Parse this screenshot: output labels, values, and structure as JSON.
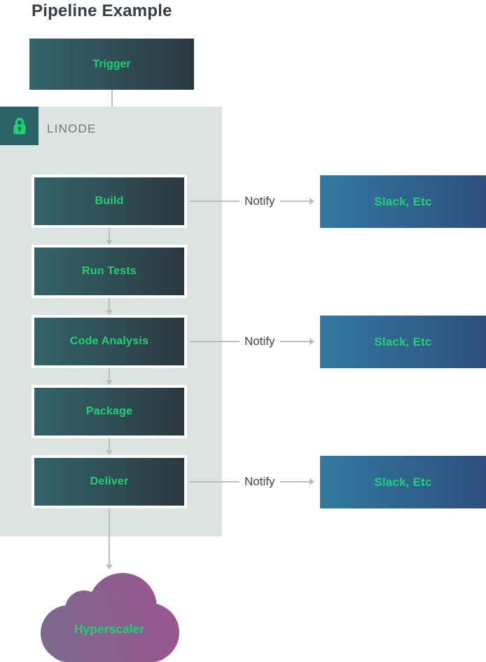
{
  "title": "Pipeline Example",
  "trigger": {
    "label": "Trigger"
  },
  "linode": {
    "label": "LINODE",
    "lock_icon": "lock-icon"
  },
  "steps": [
    {
      "label": "Build"
    },
    {
      "label": "Run Tests"
    },
    {
      "label": "Code Analysis"
    },
    {
      "label": "Package"
    },
    {
      "label": "Deliver"
    }
  ],
  "notify": {
    "label": "Notify"
  },
  "targets": [
    {
      "label": "Slack, Etc"
    },
    {
      "label": "Slack, Etc"
    },
    {
      "label": "Slack, Etc"
    }
  ],
  "cloud": {
    "label": "Hyperscaler"
  },
  "colors": {
    "accent_green": "#1ed273",
    "node_gradient_start": "#33646a",
    "node_gradient_end": "#2c3840",
    "target_gradient_start": "#3279a1",
    "target_gradient_end": "#2e4f7e",
    "cloud_gradient_start": "#7b698c",
    "cloud_gradient_end": "#9a5690",
    "container_bg": "#dce3e0",
    "lock_badge_bg": "#2b6366",
    "arrow_gray": "#b9c0bf",
    "title_text": "#383f47",
    "notify_text": "#3d444c",
    "linode_text": "#6e7979"
  }
}
